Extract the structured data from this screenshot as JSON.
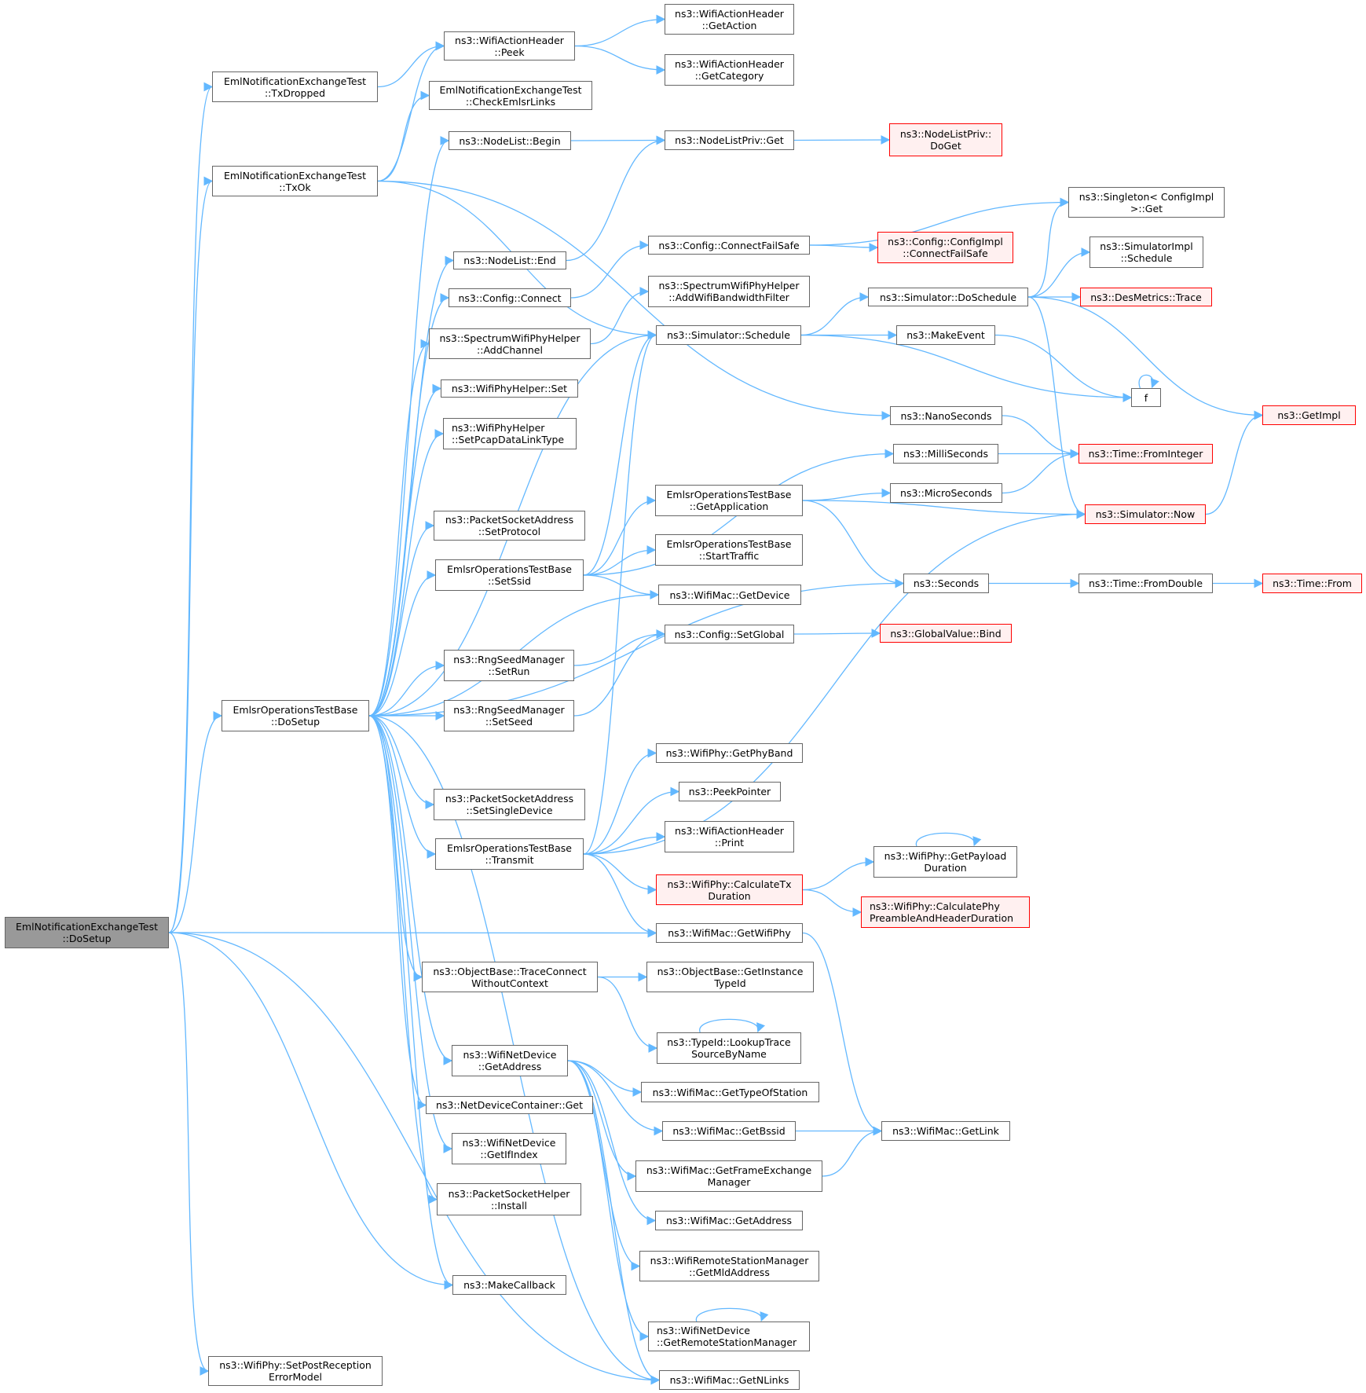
{
  "title": "Call graph: EmlNotificationExchangeTest::DoSetup",
  "colors": {
    "edge": "#63b8ff",
    "node_border": "#666666",
    "root_fill": "#999999",
    "missing_border": "#ff0000",
    "missing_fill": "#fff0f0"
  },
  "nodes": [
    {
      "id": "root",
      "lines": [
        "EmlNotificationExchangeTest",
        "::DoSetup"
      ],
      "kind": "root"
    },
    {
      "id": "txdropped",
      "lines": [
        "EmlNotificationExchangeTest",
        "::TxDropped"
      ]
    },
    {
      "id": "txok",
      "lines": [
        "EmlNotificationExchangeTest",
        "::TxOk"
      ]
    },
    {
      "id": "emlsrsetup",
      "lines": [
        "EmlsrOperationsTestBase",
        "::DoSetup"
      ]
    },
    {
      "id": "setpostrx",
      "lines": [
        "ns3::WifiPhy::SetPostReception",
        "ErrorModel"
      ]
    },
    {
      "id": "peek",
      "lines": [
        "ns3::WifiActionHeader",
        "::Peek"
      ]
    },
    {
      "id": "checkemlsr",
      "lines": [
        "EmlNotificationExchangeTest",
        "::CheckEmlsrLinks"
      ]
    },
    {
      "id": "nlbegin",
      "lines": [
        "ns3::NodeList::Begin"
      ]
    },
    {
      "id": "nlend",
      "lines": [
        "ns3::NodeList::End"
      ]
    },
    {
      "id": "cfgconnect",
      "lines": [
        "ns3::Config::Connect"
      ]
    },
    {
      "id": "addchannel",
      "lines": [
        "ns3::SpectrumWifiPhyHelper",
        "::AddChannel"
      ]
    },
    {
      "id": "wphset",
      "lines": [
        "ns3::WifiPhyHelper::Set"
      ]
    },
    {
      "id": "setpcap",
      "lines": [
        "ns3::WifiPhyHelper",
        "::SetPcapDataLinkType"
      ],
      "align": "left"
    },
    {
      "id": "setprotocol",
      "lines": [
        "ns3::PacketSocketAddress",
        "::SetProtocol"
      ]
    },
    {
      "id": "setssid",
      "lines": [
        "EmlsrOperationsTestBase",
        "::SetSsid"
      ]
    },
    {
      "id": "setrun",
      "lines": [
        "ns3::RngSeedManager",
        "::SetRun"
      ]
    },
    {
      "id": "setseed",
      "lines": [
        "ns3::RngSeedManager",
        "::SetSeed"
      ]
    },
    {
      "id": "setsingle",
      "lines": [
        "ns3::PacketSocketAddress",
        "::SetSingleDevice"
      ]
    },
    {
      "id": "transmit",
      "lines": [
        "EmlsrOperationsTestBase",
        "::Transmit"
      ]
    },
    {
      "id": "traceconn",
      "lines": [
        "ns3::ObjectBase::TraceConnect",
        "WithoutContext"
      ]
    },
    {
      "id": "wndgetaddr",
      "lines": [
        "ns3::WifiNetDevice",
        "::GetAddress"
      ]
    },
    {
      "id": "ndcget",
      "lines": [
        "ns3::NetDeviceContainer::Get"
      ]
    },
    {
      "id": "getifindex",
      "lines": [
        "ns3::WifiNetDevice",
        "::GetIfIndex"
      ]
    },
    {
      "id": "pshinstall",
      "lines": [
        "ns3::PacketSocketHelper",
        "::Install"
      ]
    },
    {
      "id": "makecallback",
      "lines": [
        "ns3::MakeCallback"
      ]
    },
    {
      "id": "getaction",
      "lines": [
        "ns3::WifiActionHeader",
        "::GetAction"
      ]
    },
    {
      "id": "getcategory",
      "lines": [
        "ns3::WifiActionHeader",
        "::GetCategory"
      ]
    },
    {
      "id": "nlpget",
      "lines": [
        "ns3::NodeListPriv::Get"
      ]
    },
    {
      "id": "connfailsafe",
      "lines": [
        "ns3::Config::ConnectFailSafe"
      ]
    },
    {
      "id": "addbwfilter",
      "lines": [
        "ns3::SpectrumWifiPhyHelper",
        "::AddWifiBandwidthFilter"
      ]
    },
    {
      "id": "simschedule",
      "lines": [
        "ns3::Simulator::Schedule"
      ]
    },
    {
      "id": "getapp",
      "lines": [
        "EmlsrOperationsTestBase",
        "::GetApplication"
      ]
    },
    {
      "id": "starttraffic",
      "lines": [
        "EmlsrOperationsTestBase",
        "::StartTraffic"
      ]
    },
    {
      "id": "getdevice",
      "lines": [
        "ns3::WifiMac::GetDevice"
      ]
    },
    {
      "id": "setglobal",
      "lines": [
        "ns3::Config::SetGlobal"
      ]
    },
    {
      "id": "getphyband",
      "lines": [
        "ns3::WifiPhy::GetPhyBand"
      ]
    },
    {
      "id": "peekpointer",
      "lines": [
        "ns3::PeekPointer"
      ]
    },
    {
      "id": "wahprint",
      "lines": [
        "ns3::WifiActionHeader",
        "::Print"
      ]
    },
    {
      "id": "calctx",
      "lines": [
        "ns3::WifiPhy::CalculateTx",
        "Duration"
      ],
      "kind": "red"
    },
    {
      "id": "getwifiphy",
      "lines": [
        "ns3::WifiMac::GetWifiPhy"
      ]
    },
    {
      "id": "getinsttype",
      "lines": [
        "ns3::ObjectBase::GetInstance",
        "TypeId"
      ]
    },
    {
      "id": "lookuptrace",
      "lines": [
        "ns3::TypeId::LookupTrace",
        "SourceByName"
      ]
    },
    {
      "id": "gettypeofsta",
      "lines": [
        "ns3::WifiMac::GetTypeOfStation"
      ]
    },
    {
      "id": "getbssid",
      "lines": [
        "ns3::WifiMac::GetBssid"
      ]
    },
    {
      "id": "getfem",
      "lines": [
        "ns3::WifiMac::GetFrameExchange",
        "Manager"
      ]
    },
    {
      "id": "macgetaddr",
      "lines": [
        "ns3::WifiMac::GetAddress"
      ]
    },
    {
      "id": "getmld",
      "lines": [
        "ns3::WifiRemoteStationManager",
        "::GetMldAddress"
      ]
    },
    {
      "id": "getrsm",
      "lines": [
        "ns3::WifiNetDevice",
        "::GetRemoteStationManager"
      ],
      "align": "left"
    },
    {
      "id": "getnlinks",
      "lines": [
        "ns3::WifiMac::GetNLinks"
      ]
    },
    {
      "id": "nlpdoget",
      "lines": [
        "ns3::NodeListPriv::",
        "DoGet"
      ],
      "kind": "red"
    },
    {
      "id": "singletonget",
      "lines": [
        "ns3::Singleton< ConfigImpl",
        ">::Get"
      ]
    },
    {
      "id": "cfgimplcfs",
      "lines": [
        "ns3::Config::ConfigImpl",
        "::ConnectFailSafe"
      ],
      "kind": "red"
    },
    {
      "id": "simimplsched",
      "lines": [
        "ns3::SimulatorImpl",
        "::Schedule"
      ]
    },
    {
      "id": "doschedule",
      "lines": [
        "ns3::Simulator::DoSchedule"
      ]
    },
    {
      "id": "desmetrics",
      "lines": [
        "ns3::DesMetrics::Trace"
      ],
      "kind": "red"
    },
    {
      "id": "makeevent",
      "lines": [
        "ns3::MakeEvent"
      ]
    },
    {
      "id": "f",
      "lines": [
        "f"
      ]
    },
    {
      "id": "nanoseconds",
      "lines": [
        "ns3::NanoSeconds"
      ]
    },
    {
      "id": "milliseconds",
      "lines": [
        "ns3::MilliSeconds"
      ]
    },
    {
      "id": "microseconds",
      "lines": [
        "ns3::MicroSeconds"
      ]
    },
    {
      "id": "seconds",
      "lines": [
        "ns3::Seconds"
      ]
    },
    {
      "id": "gvbind",
      "lines": [
        "ns3::GlobalValue::Bind"
      ],
      "kind": "red"
    },
    {
      "id": "frominteger",
      "lines": [
        "ns3::Time::FromInteger"
      ],
      "kind": "red"
    },
    {
      "id": "simnow",
      "lines": [
        "ns3::Simulator::Now"
      ],
      "kind": "red"
    },
    {
      "id": "fromdouble",
      "lines": [
        "ns3::Time::FromDouble"
      ]
    },
    {
      "id": "getimpl",
      "lines": [
        "ns3::GetImpl"
      ],
      "kind": "red"
    },
    {
      "id": "timefrom",
      "lines": [
        "ns3::Time::From"
      ],
      "kind": "red"
    },
    {
      "id": "getpayload",
      "lines": [
        "ns3::WifiPhy::GetPayload",
        "Duration"
      ]
    },
    {
      "id": "calcphypre",
      "lines": [
        "ns3::WifiPhy::CalculatePhy",
        "PreambleAndHeaderDuration"
      ],
      "kind": "red",
      "align": "left"
    },
    {
      "id": "getlink",
      "lines": [
        "ns3::WifiMac::GetLink"
      ]
    }
  ],
  "edges": [
    [
      "root",
      "txdropped"
    ],
    [
      "root",
      "txok"
    ],
    [
      "root",
      "emlsrsetup"
    ],
    [
      "root",
      "getwifiphy"
    ],
    [
      "root",
      "makecallback"
    ],
    [
      "root",
      "getnlinks"
    ],
    [
      "root",
      "setpostrx"
    ],
    [
      "txdropped",
      "peek"
    ],
    [
      "txok",
      "peek"
    ],
    [
      "txok",
      "checkemlsr"
    ],
    [
      "txok",
      "nanoseconds"
    ],
    [
      "txok",
      "simschedule"
    ],
    [
      "peek",
      "getaction"
    ],
    [
      "peek",
      "getcategory"
    ],
    [
      "nlbegin",
      "nlpget"
    ],
    [
      "nlend",
      "nlpget"
    ],
    [
      "nlpget",
      "nlpdoget"
    ],
    [
      "cfgconnect",
      "connfailsafe"
    ],
    [
      "connfailsafe",
      "singletonget"
    ],
    [
      "connfailsafe",
      "cfgimplcfs"
    ],
    [
      "addchannel",
      "addbwfilter"
    ],
    [
      "emlsrsetup",
      "nlbegin"
    ],
    [
      "emlsrsetup",
      "nlend"
    ],
    [
      "emlsrsetup",
      "cfgconnect"
    ],
    [
      "emlsrsetup",
      "addchannel"
    ],
    [
      "emlsrsetup",
      "wphset"
    ],
    [
      "emlsrsetup",
      "setpcap"
    ],
    [
      "emlsrsetup",
      "simschedule"
    ],
    [
      "emlsrsetup",
      "setprotocol"
    ],
    [
      "emlsrsetup",
      "setssid"
    ],
    [
      "emlsrsetup",
      "getdevice"
    ],
    [
      "emlsrsetup",
      "setrun"
    ],
    [
      "emlsrsetup",
      "setseed"
    ],
    [
      "emlsrsetup",
      "seconds"
    ],
    [
      "emlsrsetup",
      "setsingle"
    ],
    [
      "emlsrsetup",
      "transmit"
    ],
    [
      "emlsrsetup",
      "traceconn"
    ],
    [
      "emlsrsetup",
      "wndgetaddr"
    ],
    [
      "emlsrsetup",
      "ndcget"
    ],
    [
      "emlsrsetup",
      "getifindex"
    ],
    [
      "emlsrsetup",
      "pshinstall"
    ],
    [
      "emlsrsetup",
      "makecallback"
    ],
    [
      "emlsrsetup",
      "getnlinks"
    ],
    [
      "setssid",
      "simschedule"
    ],
    [
      "setssid",
      "milliseconds"
    ],
    [
      "setssid",
      "getapp"
    ],
    [
      "setssid",
      "starttraffic"
    ],
    [
      "setssid",
      "getdevice"
    ],
    [
      "getapp",
      "microseconds"
    ],
    [
      "getapp",
      "simnow"
    ],
    [
      "getapp",
      "seconds"
    ],
    [
      "setrun",
      "setglobal"
    ],
    [
      "setseed",
      "setglobal"
    ],
    [
      "setglobal",
      "gvbind"
    ],
    [
      "simschedule",
      "doschedule"
    ],
    [
      "simschedule",
      "makeevent"
    ],
    [
      "simschedule",
      "f"
    ],
    [
      "doschedule",
      "singletonget"
    ],
    [
      "doschedule",
      "simimplsched"
    ],
    [
      "doschedule",
      "desmetrics"
    ],
    [
      "doschedule",
      "getimpl"
    ],
    [
      "doschedule",
      "simnow"
    ],
    [
      "makeevent",
      "f"
    ],
    [
      "f",
      "f"
    ],
    [
      "nanoseconds",
      "frominteger"
    ],
    [
      "milliseconds",
      "frominteger"
    ],
    [
      "microseconds",
      "frominteger"
    ],
    [
      "simnow",
      "getimpl"
    ],
    [
      "seconds",
      "fromdouble"
    ],
    [
      "fromdouble",
      "timefrom"
    ],
    [
      "transmit",
      "simschedule"
    ],
    [
      "transmit",
      "simnow"
    ],
    [
      "transmit",
      "getphyband"
    ],
    [
      "transmit",
      "peekpointer"
    ],
    [
      "transmit",
      "wahprint"
    ],
    [
      "transmit",
      "calctx"
    ],
    [
      "transmit",
      "getwifiphy"
    ],
    [
      "calctx",
      "getpayload"
    ],
    [
      "calctx",
      "calcphypre"
    ],
    [
      "getpayload",
      "getpayload"
    ],
    [
      "getwifiphy",
      "getlink"
    ],
    [
      "traceconn",
      "getinsttype"
    ],
    [
      "traceconn",
      "lookuptrace"
    ],
    [
      "lookuptrace",
      "lookuptrace"
    ],
    [
      "wndgetaddr",
      "gettypeofsta"
    ],
    [
      "wndgetaddr",
      "getbssid"
    ],
    [
      "wndgetaddr",
      "getfem"
    ],
    [
      "wndgetaddr",
      "macgetaddr"
    ],
    [
      "wndgetaddr",
      "getmld"
    ],
    [
      "wndgetaddr",
      "getrsm"
    ],
    [
      "wndgetaddr",
      "getnlinks"
    ],
    [
      "getbssid",
      "getlink"
    ],
    [
      "getfem",
      "getlink"
    ],
    [
      "getrsm",
      "getrsm"
    ]
  ]
}
